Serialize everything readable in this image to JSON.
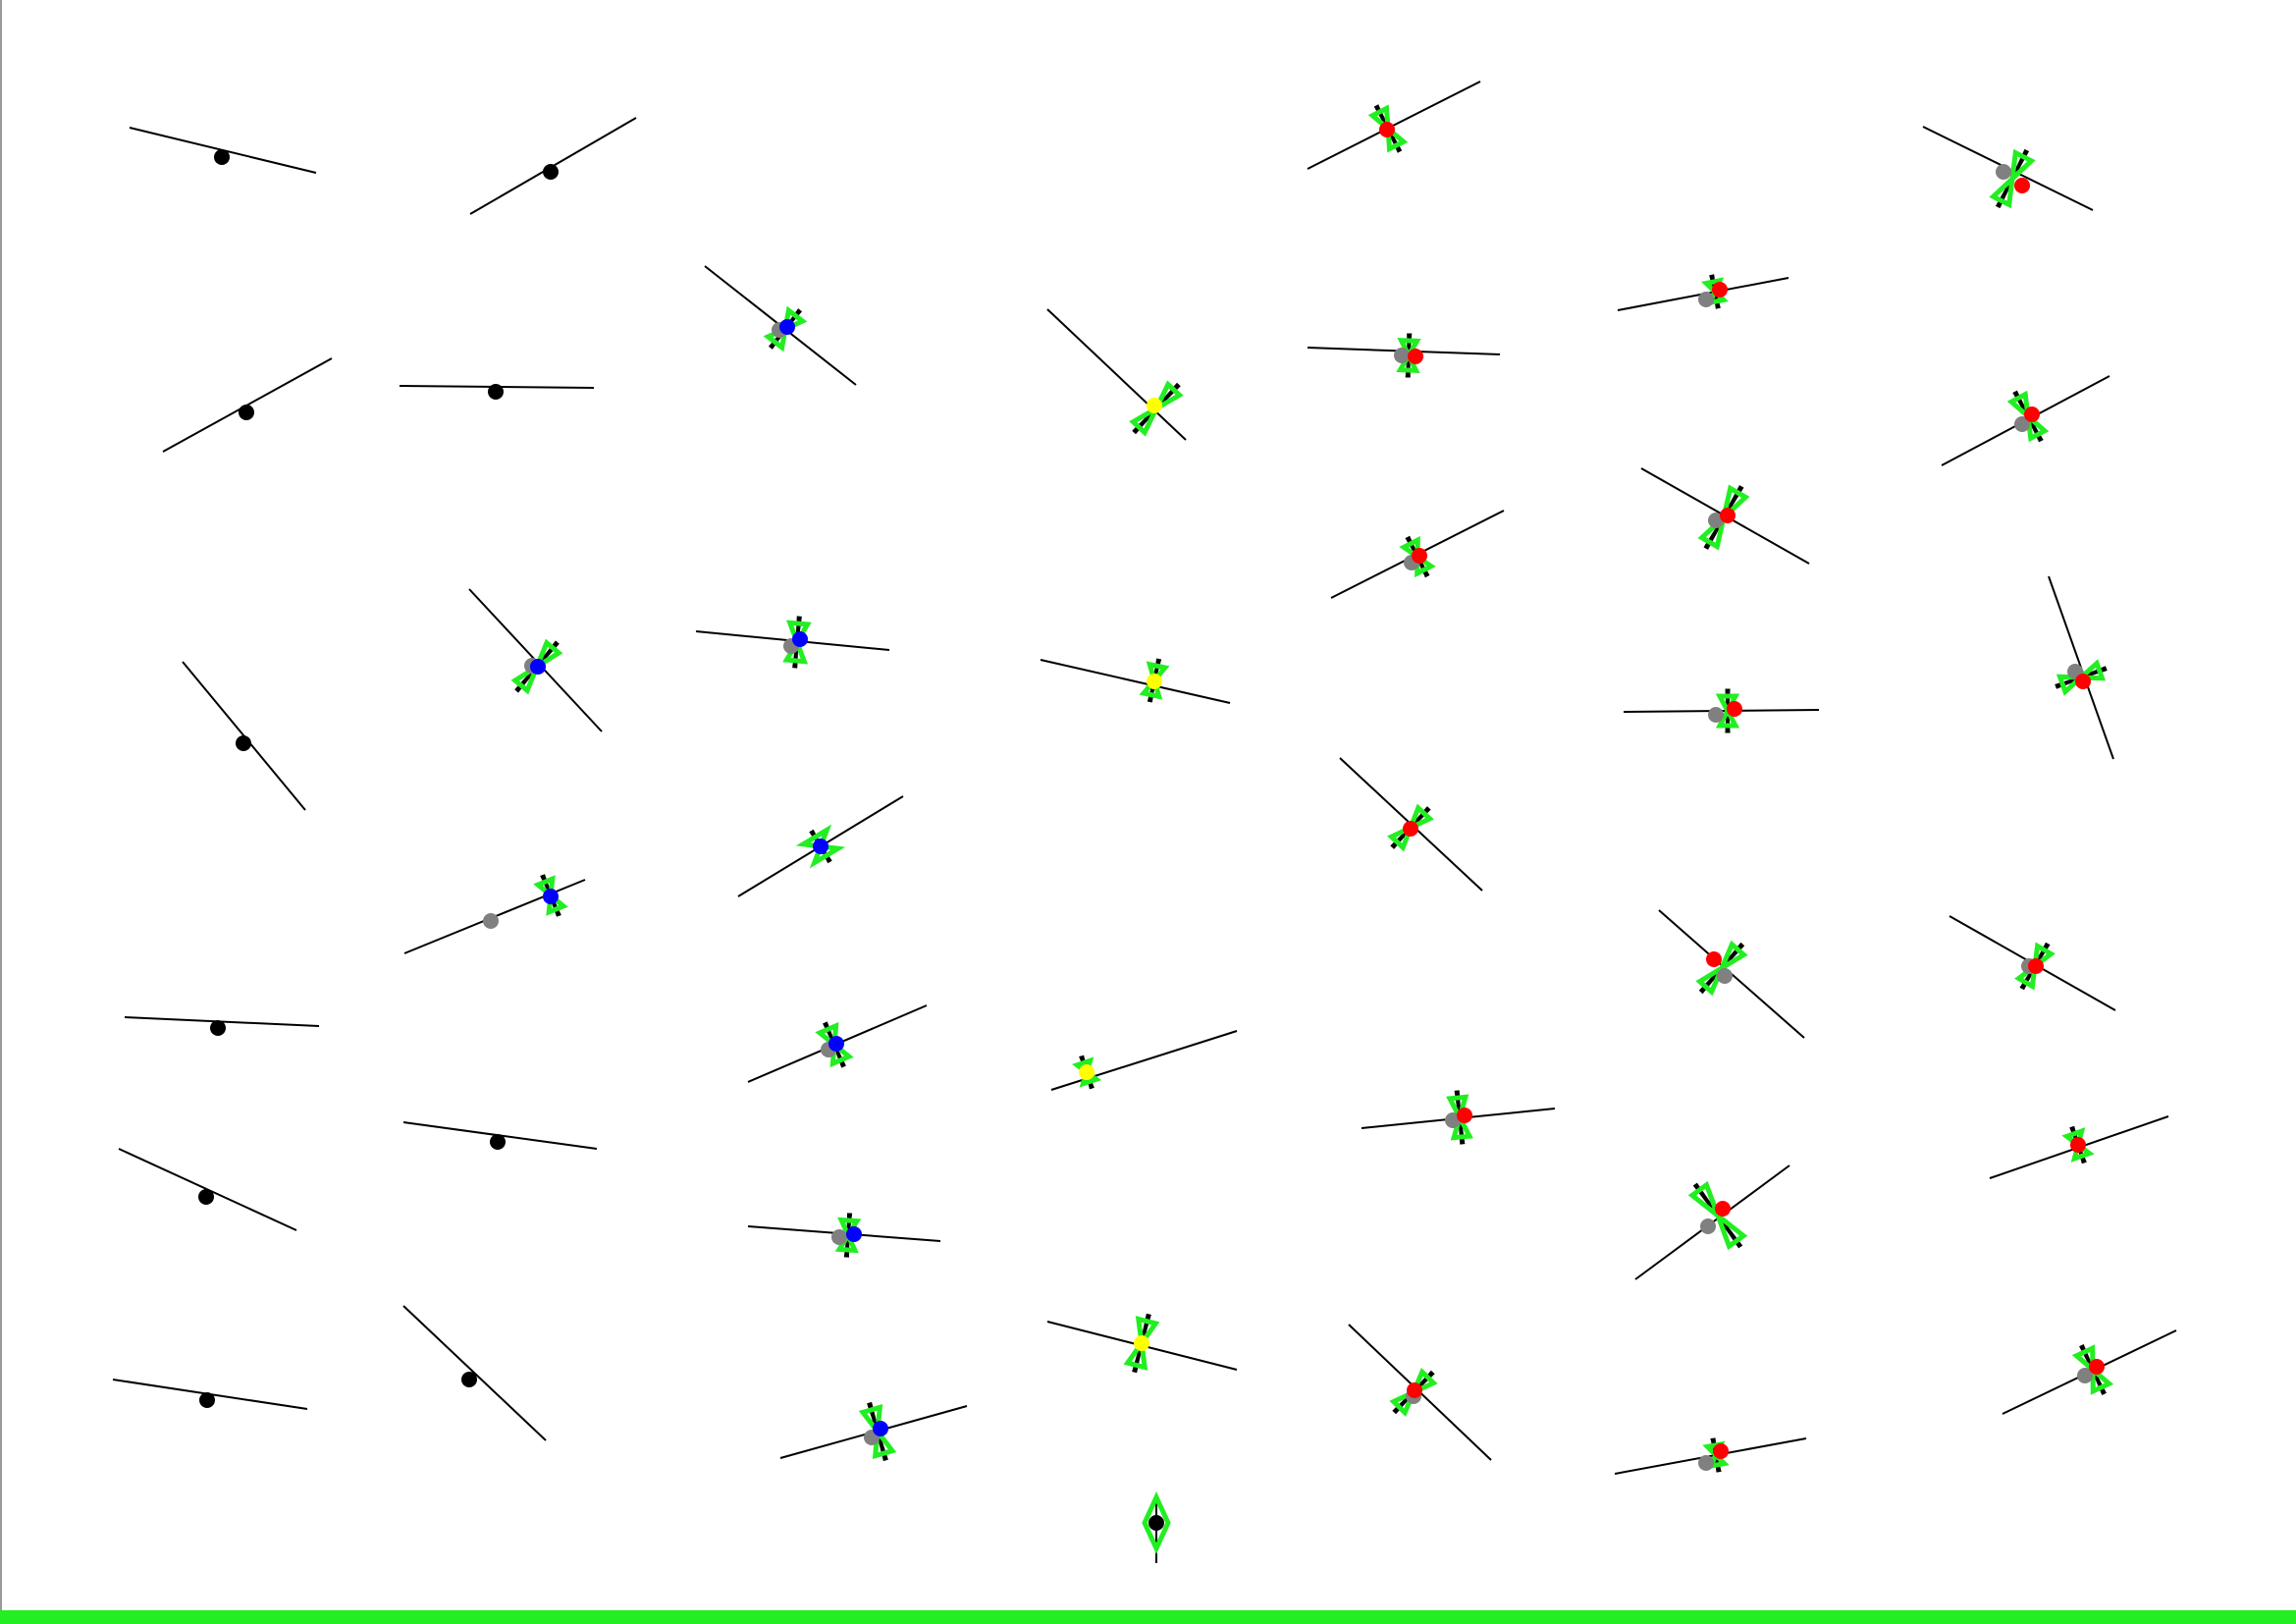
{
  "colors": {
    "background": "#ffffff",
    "line": "#000000",
    "outline": "#22ee22",
    "dot_black": "#000000",
    "dot_gray": "#808080",
    "dot_blue": "#0000ff",
    "dot_yellow": "#ffff00",
    "dot_red": "#ff0000"
  },
  "glyphs": [
    {
      "id": "r1c1",
      "shape": "line",
      "dots": [
        "black"
      ]
    },
    {
      "id": "r1c2",
      "shape": "line",
      "dots": [
        "black"
      ]
    },
    {
      "id": "r1c4",
      "shape": "bowtie",
      "dots": [
        "red"
      ]
    },
    {
      "id": "r1c6",
      "shape": "bowtie",
      "dots": [
        "gray",
        "red"
      ]
    },
    {
      "id": "r2c1",
      "shape": "line",
      "dots": [
        "black"
      ]
    },
    {
      "id": "r2c2",
      "shape": "line",
      "dots": [
        "black"
      ]
    },
    {
      "id": "r2c3",
      "shape": "bowtie",
      "dots": [
        "gray",
        "blue"
      ]
    },
    {
      "id": "r2c4",
      "shape": "bowtie",
      "dots": [
        "yellow"
      ]
    },
    {
      "id": "r2c5",
      "shape": "bowtie",
      "dots": [
        "gray",
        "red"
      ]
    },
    {
      "id": "r2c6",
      "shape": "bowtie",
      "dots": [
        "gray",
        "red"
      ]
    },
    {
      "id": "r2c7",
      "shape": "bowtie",
      "dots": [
        "gray",
        "red"
      ]
    },
    {
      "id": "r3c5",
      "shape": "bowtie",
      "dots": [
        "gray",
        "red"
      ]
    },
    {
      "id": "r3c6",
      "shape": "bowtie",
      "dots": [
        "gray",
        "red"
      ]
    },
    {
      "id": "r4c1",
      "shape": "line",
      "dots": [
        "black"
      ]
    },
    {
      "id": "r4c2",
      "shape": "bowtie",
      "dots": [
        "gray",
        "blue"
      ]
    },
    {
      "id": "r4c3",
      "shape": "bowtie",
      "dots": [
        "gray",
        "blue"
      ]
    },
    {
      "id": "r4c4",
      "shape": "bowtie",
      "dots": [
        "yellow"
      ]
    },
    {
      "id": "r4c6",
      "shape": "bowtie",
      "dots": [
        "gray",
        "red"
      ]
    },
    {
      "id": "r4c7",
      "shape": "bowtie",
      "dots": [
        "gray",
        "red"
      ]
    },
    {
      "id": "r5c3",
      "shape": "bowtie",
      "dots": [
        "blue"
      ]
    },
    {
      "id": "r5c5",
      "shape": "bowtie",
      "dots": [
        "red"
      ]
    },
    {
      "id": "r6c2",
      "shape": "bowtie",
      "dots": [
        "gray",
        "blue"
      ]
    },
    {
      "id": "r6c6",
      "shape": "bowtie",
      "dots": [
        "red",
        "gray"
      ]
    },
    {
      "id": "r6c7",
      "shape": "bowtie",
      "dots": [
        "gray",
        "red"
      ]
    },
    {
      "id": "r7c1",
      "shape": "line",
      "dots": [
        "black"
      ]
    },
    {
      "id": "r7c3",
      "shape": "bowtie",
      "dots": [
        "gray",
        "blue"
      ]
    },
    {
      "id": "r7c4",
      "shape": "bowtie",
      "dots": [
        "yellow"
      ]
    },
    {
      "id": "r7c5",
      "shape": "bowtie",
      "dots": [
        "gray",
        "red"
      ]
    },
    {
      "id": "r7c7",
      "shape": "bowtie",
      "dots": [
        "red"
      ]
    },
    {
      "id": "r8c1",
      "shape": "line",
      "dots": [
        "black"
      ]
    },
    {
      "id": "r8c2",
      "shape": "line",
      "dots": [
        "black"
      ]
    },
    {
      "id": "r8c3",
      "shape": "bowtie",
      "dots": [
        "gray",
        "blue"
      ]
    },
    {
      "id": "r8c6",
      "shape": "bowtie",
      "dots": [
        "gray",
        "red"
      ]
    },
    {
      "id": "r9c1",
      "shape": "line",
      "dots": [
        "black"
      ]
    },
    {
      "id": "r9c2",
      "shape": "line",
      "dots": [
        "black"
      ]
    },
    {
      "id": "r9c3",
      "shape": "bowtie",
      "dots": [
        "gray",
        "blue"
      ]
    },
    {
      "id": "r9c4",
      "shape": "bowtie",
      "dots": [
        "yellow"
      ]
    },
    {
      "id": "r9c5",
      "shape": "bowtie",
      "dots": [
        "gray",
        "red"
      ]
    },
    {
      "id": "r9c6",
      "shape": "bowtie",
      "dots": [
        "gray",
        "red"
      ]
    },
    {
      "id": "r9c7",
      "shape": "bowtie",
      "dots": [
        "gray",
        "red"
      ]
    },
    {
      "id": "r10c4",
      "shape": "diamond",
      "dots": [
        "black"
      ]
    }
  ]
}
